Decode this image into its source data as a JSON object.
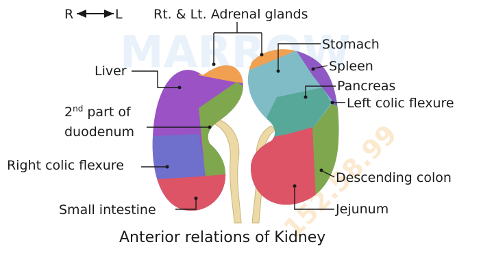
{
  "orientation": {
    "right": "R",
    "left": "L"
  },
  "caption": "Anterior relations of Kidney",
  "labels": {
    "adrenal": "Rt. & Lt. Adrenal glands",
    "stomach": "Stomach",
    "spleen": "Spleen",
    "pancreas": "Pancreas",
    "left_colic_flexure": "Left colic flexure",
    "liver": "Liver",
    "duodenum_line1_num": "2",
    "duodenum_line1_sup": "nd",
    "duodenum_line1_rest": " part of",
    "duodenum_line2": "duodenum",
    "right_colic_flexure": "Right colic flexure",
    "descending_colon": "Descending colon",
    "small_intestine": "Small intestine",
    "jejunum": "Jejunum"
  },
  "watermark": {
    "text": "MARROW",
    "number": "152.58.99"
  },
  "colors": {
    "adrenal": "#f0a050",
    "liver": "#9a52c4",
    "duodenum": "#7fa84e",
    "right_colic_flexure": "#6f6fcc",
    "small_intestine": "#dc5465",
    "stomach": "#80bcc6",
    "spleen": "#8f58c4",
    "pancreas": "#58a89a",
    "left_colic_flexure": "#7a64c4",
    "descending_colon": "#7fa84e",
    "jejunum": "#dc5465",
    "ureter": "#ecd9a6"
  }
}
